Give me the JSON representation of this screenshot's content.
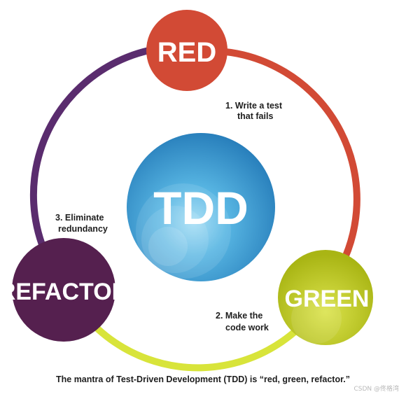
{
  "nodes": {
    "red": {
      "label": "RED",
      "color": "#d24a35"
    },
    "green": {
      "label": "GREEN",
      "color": "#b4c21b"
    },
    "refactor": {
      "label": "REFACTOR",
      "color": "#55204f"
    },
    "center": {
      "label": "TDD",
      "color": "#2c8fc6"
    }
  },
  "arcs": {
    "red_to_green": "#d24a35",
    "green_to_refactor": "#d8e43a",
    "refactor_to_red": "#5a2c6e"
  },
  "steps": {
    "write_test": {
      "line1": "1. Write a test",
      "line2": "that fails"
    },
    "make_work": {
      "line1": "2. Make the",
      "line2": "code work"
    },
    "eliminate": {
      "line1": "3. Eliminate",
      "line2": "redundancy"
    }
  },
  "caption": "The mantra of Test-Driven Development (TDD) is “red, green, refactor.”",
  "watermark": "CSDN @佟格湾"
}
